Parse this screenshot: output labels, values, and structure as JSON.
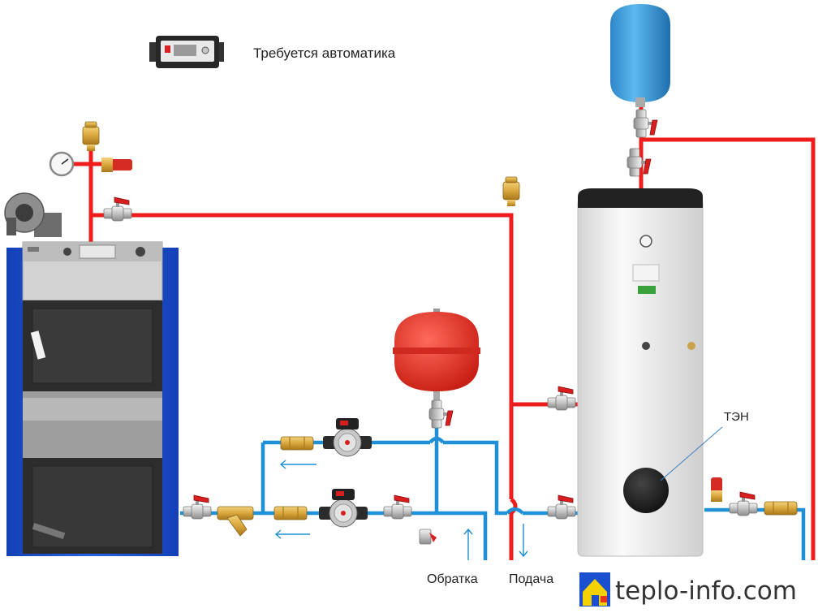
{
  "labels": {
    "automation_note": "Требуется автоматика",
    "heater_element": "ТЭН",
    "return_line": "Обратка",
    "supply_line": "Подача",
    "watermark": "teplo-info.com"
  },
  "colors": {
    "hot_pipe": "#ee1c1c",
    "cold_pipe": "#1f8fd6",
    "boiler_body": "#1a4fd0",
    "boiler_panel": "#c9c9c9",
    "expansion_tank_heating": "#e83a2c",
    "expansion_tank_water": "#3a9fd8",
    "tank_body": "#eeeeee",
    "valve_handle": "#d81e1e",
    "brass": "#d9a73d"
  },
  "icons": [
    "controller-icon",
    "pressure-gauge-icon",
    "air-vent-icon",
    "ball-valve-icon",
    "circulation-pump-icon",
    "check-valve-icon",
    "strainer-icon",
    "flow-arrow-icon",
    "house-logo-icon"
  ]
}
